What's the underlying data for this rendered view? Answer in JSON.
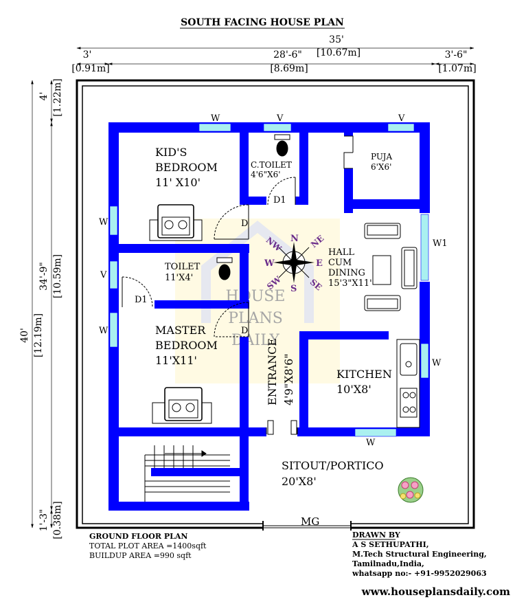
{
  "title": "SOUTH FACING HOUSE PLAN",
  "dimensions": {
    "total_width": "35'",
    "total_width_m": "[10.67m]",
    "left_setback": "3'",
    "left_setback_m": "[0.91m]",
    "house_width": "28'-6\"",
    "house_width_m": "[8.69m]",
    "right_setback": "3'-6\"",
    "right_setback_m": "[1.07m]",
    "top_setback": "4'",
    "top_setback_m": "[1.22m]",
    "house_depth": "34'-9\"",
    "house_depth_m": "[10.59m]",
    "total_depth": "40'",
    "total_depth_m": "[12.19m]",
    "bottom_setback": "1'-3\"",
    "bottom_setback_m": "[0.38m]"
  },
  "rooms": {
    "kids_bedroom": {
      "name_line1": "KID'S",
      "name_line2": "BEDROOM",
      "size": "11' X10'"
    },
    "common_toilet": {
      "name": "C.TOILET",
      "size": "4'6\"X6'"
    },
    "puja": {
      "name": "PUJA",
      "size": "6'X6'"
    },
    "hall": {
      "line1": "HALL",
      "line2": "CUM",
      "line3": "DINING",
      "size": "15'3\"X11'"
    },
    "toilet": {
      "name": "TOILET",
      "size": "11'X4'"
    },
    "master_bedroom": {
      "name_line1": "MASTER",
      "name_line2": "BEDROOM",
      "size": "11'X11'"
    },
    "entrance": {
      "name": "ENTRANCE",
      "size": "4'9\"X8'6\""
    },
    "kitchen": {
      "name": "KITCHEN",
      "size": "10'X8'"
    },
    "sitout": {
      "name": "SITOUT/PORTICO",
      "size": "20'X8'"
    }
  },
  "openings": {
    "window": "W",
    "ventilator": "V",
    "window_w1": "W1",
    "door": "D",
    "door_d1": "D1",
    "main_gate": "MG"
  },
  "compass": {
    "n": "N",
    "s": "S",
    "e": "E",
    "w": "W",
    "ne": "NE",
    "nw": "NW",
    "se": "SE",
    "sw": "SW"
  },
  "watermark": {
    "line1": "HOUSE",
    "line2": "PLANS",
    "line3": "DAILY"
  },
  "footer_left": {
    "heading": "GROUND FLOOR PLAN",
    "plot_area": "TOTAL PLOT AREA =1400sqft",
    "buildup_area": "BUILDUP AREA =990 sqft"
  },
  "footer_right": {
    "heading": "DRAWN BY",
    "name": "A S SETHUPATHI,",
    "qualification": "M.Tech Structural Engineering,",
    "location": "Tamilnadu,India,",
    "phone": "whatsapp no:- +91-9952029063"
  },
  "website": "www.houseplansdaily.com",
  "colors": {
    "wall": "#0000ff",
    "window": "#aaf0f0",
    "plot_line": "#000000",
    "compass_text": "#6a2c8a"
  }
}
